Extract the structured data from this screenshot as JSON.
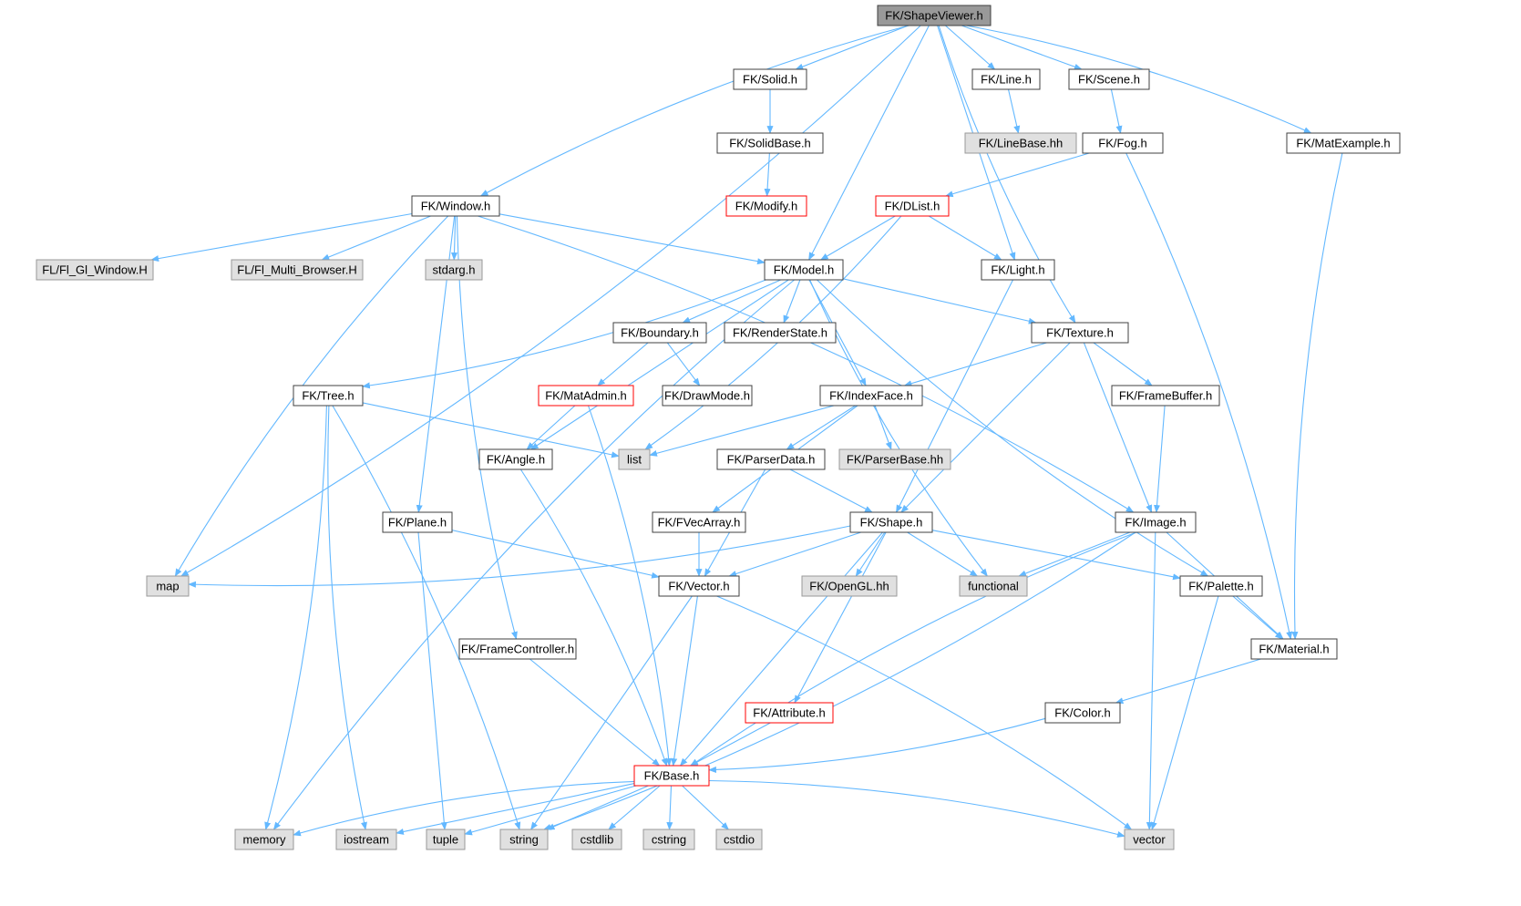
{
  "graph": {
    "colors": {
      "edge": "#63b8ff",
      "node_fill": "#ffffff",
      "node_stroke": "#404040",
      "root_fill": "#999999",
      "external_fill": "#e0e0e0",
      "external_stroke": "#999999",
      "truncated_stroke": "#ff0000"
    },
    "nodes": [
      {
        "id": "shapeviewer",
        "label": "FK/ShapeViewer.h",
        "kind": "root"
      },
      {
        "id": "solid",
        "label": "FK/Solid.h",
        "kind": "normal"
      },
      {
        "id": "line",
        "label": "FK/Line.h",
        "kind": "normal"
      },
      {
        "id": "scene",
        "label": "FK/Scene.h",
        "kind": "normal"
      },
      {
        "id": "matexample",
        "label": "FK/MatExample.h",
        "kind": "normal"
      },
      {
        "id": "solidbase",
        "label": "FK/SolidBase.h",
        "kind": "normal"
      },
      {
        "id": "linebase",
        "label": "FK/LineBase.hh",
        "kind": "external"
      },
      {
        "id": "fog",
        "label": "FK/Fog.h",
        "kind": "normal"
      },
      {
        "id": "window",
        "label": "FK/Window.h",
        "kind": "normal"
      },
      {
        "id": "modify",
        "label": "FK/Modify.h",
        "kind": "truncated"
      },
      {
        "id": "dlist",
        "label": "FK/DList.h",
        "kind": "truncated"
      },
      {
        "id": "flglwindow",
        "label": "FL/Fl_Gl_Window.H",
        "kind": "external"
      },
      {
        "id": "flmulti",
        "label": "FL/Fl_Multi_Browser.H",
        "kind": "external"
      },
      {
        "id": "stdarg",
        "label": "stdarg.h",
        "kind": "external"
      },
      {
        "id": "model",
        "label": "FK/Model.h",
        "kind": "normal"
      },
      {
        "id": "light",
        "label": "FK/Light.h",
        "kind": "normal"
      },
      {
        "id": "boundary",
        "label": "FK/Boundary.h",
        "kind": "normal"
      },
      {
        "id": "renderstate",
        "label": "FK/RenderState.h",
        "kind": "normal"
      },
      {
        "id": "texture",
        "label": "FK/Texture.h",
        "kind": "normal"
      },
      {
        "id": "tree",
        "label": "FK/Tree.h",
        "kind": "normal"
      },
      {
        "id": "matadmin",
        "label": "FK/MatAdmin.h",
        "kind": "truncated"
      },
      {
        "id": "drawmode",
        "label": "FK/DrawMode.h",
        "kind": "normal"
      },
      {
        "id": "indexface",
        "label": "FK/IndexFace.h",
        "kind": "normal"
      },
      {
        "id": "framebuffer",
        "label": "FK/FrameBuffer.h",
        "kind": "normal"
      },
      {
        "id": "list",
        "label": "list",
        "kind": "external"
      },
      {
        "id": "angle",
        "label": "FK/Angle.h",
        "kind": "normal"
      },
      {
        "id": "parserdata",
        "label": "FK/ParserData.h",
        "kind": "normal"
      },
      {
        "id": "parserbase",
        "label": "FK/ParserBase.hh",
        "kind": "external"
      },
      {
        "id": "plane",
        "label": "FK/Plane.h",
        "kind": "normal"
      },
      {
        "id": "fvecarray",
        "label": "FK/FVecArray.h",
        "kind": "normal"
      },
      {
        "id": "shape",
        "label": "FK/Shape.h",
        "kind": "normal"
      },
      {
        "id": "image",
        "label": "FK/Image.h",
        "kind": "normal"
      },
      {
        "id": "map",
        "label": "map",
        "kind": "external"
      },
      {
        "id": "vector_h",
        "label": "FK/Vector.h",
        "kind": "normal"
      },
      {
        "id": "opengl",
        "label": "FK/OpenGL.hh",
        "kind": "external"
      },
      {
        "id": "functional",
        "label": "functional",
        "kind": "external"
      },
      {
        "id": "palette",
        "label": "FK/Palette.h",
        "kind": "normal"
      },
      {
        "id": "framecontroller",
        "label": "FK/FrameController.h",
        "kind": "normal"
      },
      {
        "id": "material",
        "label": "FK/Material.h",
        "kind": "normal"
      },
      {
        "id": "attribute",
        "label": "FK/Attribute.h",
        "kind": "truncated"
      },
      {
        "id": "color",
        "label": "FK/Color.h",
        "kind": "normal"
      },
      {
        "id": "base",
        "label": "FK/Base.h",
        "kind": "truncated"
      },
      {
        "id": "memory",
        "label": "memory",
        "kind": "external"
      },
      {
        "id": "iostream",
        "label": "iostream",
        "kind": "external"
      },
      {
        "id": "tuple",
        "label": "tuple",
        "kind": "external"
      },
      {
        "id": "string",
        "label": "string",
        "kind": "external"
      },
      {
        "id": "cstdlib",
        "label": "cstdlib",
        "kind": "external"
      },
      {
        "id": "cstring",
        "label": "cstring",
        "kind": "external"
      },
      {
        "id": "cstdio",
        "label": "cstdio",
        "kind": "external"
      },
      {
        "id": "vector",
        "label": "vector",
        "kind": "external"
      }
    ],
    "edges": [
      [
        "shapeviewer",
        "map"
      ],
      [
        "shapeviewer",
        "window"
      ],
      [
        "shapeviewer",
        "solid"
      ],
      [
        "shapeviewer",
        "model"
      ],
      [
        "shapeviewer",
        "light"
      ],
      [
        "shapeviewer",
        "line"
      ],
      [
        "shapeviewer",
        "scene"
      ],
      [
        "shapeviewer",
        "texture"
      ],
      [
        "shapeviewer",
        "matexample"
      ],
      [
        "solid",
        "solidbase"
      ],
      [
        "solidbase",
        "modify"
      ],
      [
        "line",
        "linebase"
      ],
      [
        "scene",
        "fog"
      ],
      [
        "fog",
        "dlist"
      ],
      [
        "fog",
        "material"
      ],
      [
        "matexample",
        "material"
      ],
      [
        "window",
        "flglwindow"
      ],
      [
        "window",
        "flmulti"
      ],
      [
        "window",
        "stdarg"
      ],
      [
        "window",
        "model"
      ],
      [
        "window",
        "image"
      ],
      [
        "window",
        "map"
      ],
      [
        "window",
        "plane"
      ],
      [
        "window",
        "framecontroller"
      ],
      [
        "dlist",
        "model"
      ],
      [
        "dlist",
        "light"
      ],
      [
        "dlist",
        "list"
      ],
      [
        "model",
        "memory"
      ],
      [
        "model",
        "tree"
      ],
      [
        "model",
        "angle"
      ],
      [
        "model",
        "boundary"
      ],
      [
        "model",
        "renderstate"
      ],
      [
        "model",
        "indexface"
      ],
      [
        "model",
        "functional"
      ],
      [
        "model",
        "texture"
      ],
      [
        "model",
        "palette"
      ],
      [
        "light",
        "shape"
      ],
      [
        "boundary",
        "matadmin"
      ],
      [
        "boundary",
        "drawmode"
      ],
      [
        "matadmin",
        "angle"
      ],
      [
        "matadmin",
        "base"
      ],
      [
        "texture",
        "indexface"
      ],
      [
        "texture",
        "framebuffer"
      ],
      [
        "texture",
        "shape"
      ],
      [
        "texture",
        "image"
      ],
      [
        "tree",
        "list"
      ],
      [
        "tree",
        "memory"
      ],
      [
        "tree",
        "iostream"
      ],
      [
        "tree",
        "string"
      ],
      [
        "indexface",
        "list"
      ],
      [
        "indexface",
        "fvecarray"
      ],
      [
        "indexface",
        "parserdata"
      ],
      [
        "indexface",
        "parserbase"
      ],
      [
        "framebuffer",
        "image"
      ],
      [
        "angle",
        "base"
      ],
      [
        "parserdata",
        "shape"
      ],
      [
        "parserdata",
        "vector_h"
      ],
      [
        "plane",
        "vector_h"
      ],
      [
        "plane",
        "tuple"
      ],
      [
        "fvecarray",
        "vector_h"
      ],
      [
        "shape",
        "map"
      ],
      [
        "shape",
        "vector_h"
      ],
      [
        "shape",
        "opengl"
      ],
      [
        "shape",
        "functional"
      ],
      [
        "shape",
        "palette"
      ],
      [
        "shape",
        "attribute"
      ],
      [
        "shape",
        "base"
      ],
      [
        "image",
        "functional"
      ],
      [
        "image",
        "material"
      ],
      [
        "image",
        "base"
      ],
      [
        "image",
        "string"
      ],
      [
        "image",
        "vector"
      ],
      [
        "vector_h",
        "base"
      ],
      [
        "vector_h",
        "string"
      ],
      [
        "vector_h",
        "vector"
      ],
      [
        "palette",
        "material"
      ],
      [
        "palette",
        "vector"
      ],
      [
        "framecontroller",
        "base"
      ],
      [
        "material",
        "color"
      ],
      [
        "attribute",
        "base"
      ],
      [
        "color",
        "base"
      ],
      [
        "base",
        "memory"
      ],
      [
        "base",
        "iostream"
      ],
      [
        "base",
        "tuple"
      ],
      [
        "base",
        "string"
      ],
      [
        "base",
        "cstdlib"
      ],
      [
        "base",
        "cstring"
      ],
      [
        "base",
        "cstdio"
      ],
      [
        "base",
        "vector"
      ]
    ]
  }
}
